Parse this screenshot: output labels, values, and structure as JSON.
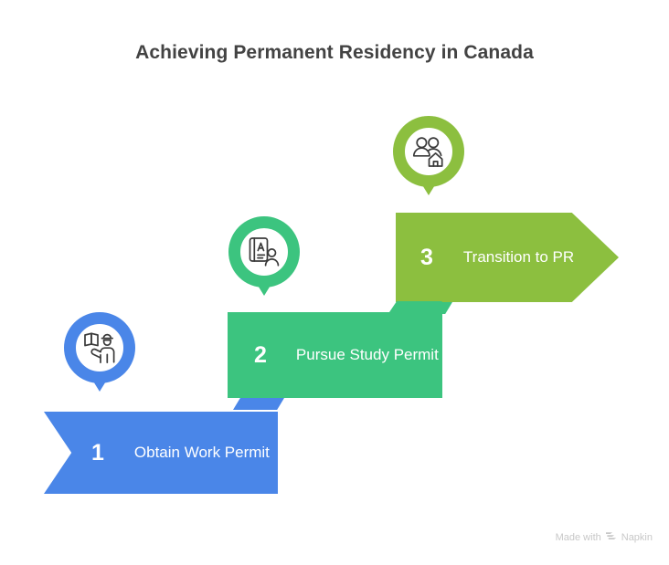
{
  "title": "Achieving Permanent Residency in Canada",
  "colors": {
    "step1": "#4A86E8",
    "step2": "#3CC47F",
    "step3": "#8CBF3F",
    "title_text": "#434343",
    "background": "#FFFFFF",
    "watermark_text": "#C8C8C8"
  },
  "steps": [
    {
      "number": "1",
      "label": "Obtain Work Permit",
      "color": "#4A86E8",
      "icon": "construction-worker-icon",
      "shape": "chevron-notched-left"
    },
    {
      "number": "2",
      "label": "Pursue Study Permit",
      "color": "#3CC47F",
      "icon": "study-book-person-icon",
      "shape": "rectangle"
    },
    {
      "number": "3",
      "label": "Transition to PR",
      "color": "#8CBF3F",
      "icon": "family-home-icon",
      "shape": "arrow-pointed-right"
    }
  ],
  "watermark": {
    "prefix": "Made with",
    "brand": "Napkin",
    "mark": "napkin-logo-icon"
  }
}
